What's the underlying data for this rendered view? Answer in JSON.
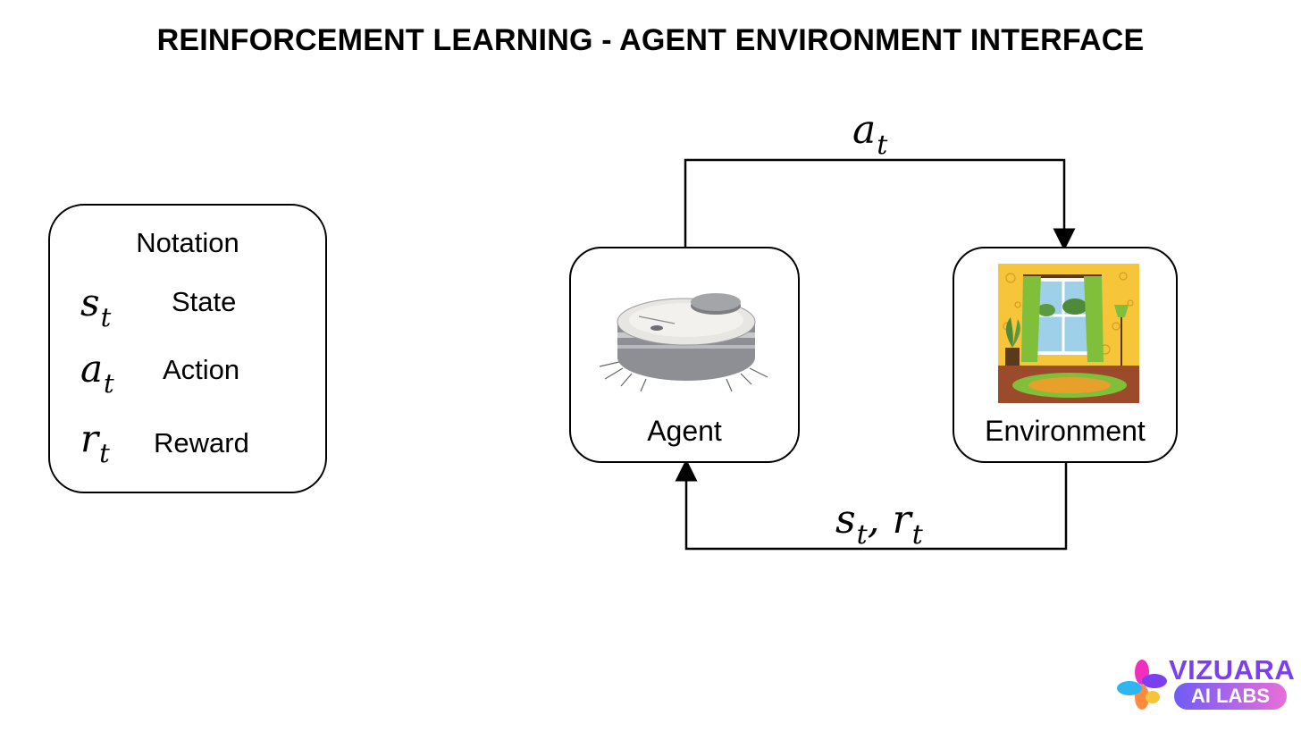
{
  "title": "REINFORCEMENT LEARNING - AGENT ENVIRONMENT INTERFACE",
  "notation": {
    "heading": "Notation",
    "items": [
      {
        "symbol": "s",
        "subscript": "t",
        "meaning": "State"
      },
      {
        "symbol": "a",
        "subscript": "t",
        "meaning": "Action"
      },
      {
        "symbol": "r",
        "subscript": "t",
        "meaning": "Reward"
      }
    ]
  },
  "diagram": {
    "agent_label": "Agent",
    "environment_label": "Environment",
    "action_arrow": {
      "symbol": "a",
      "subscript": "t"
    },
    "feedback_arrow": {
      "s": "s",
      "s_sub": "t",
      "sep": ", ",
      "r": "r",
      "r_sub": "t"
    }
  },
  "logo": {
    "line1": "VIZUARA",
    "line2": "AI LABS"
  },
  "colors": {
    "logo_purple": "#7b3ff2",
    "env_wall": "#f6c53a",
    "env_floor": "#9b4a2a",
    "env_rug": "#e7a12a",
    "env_curtain": "#7fbf3a"
  }
}
